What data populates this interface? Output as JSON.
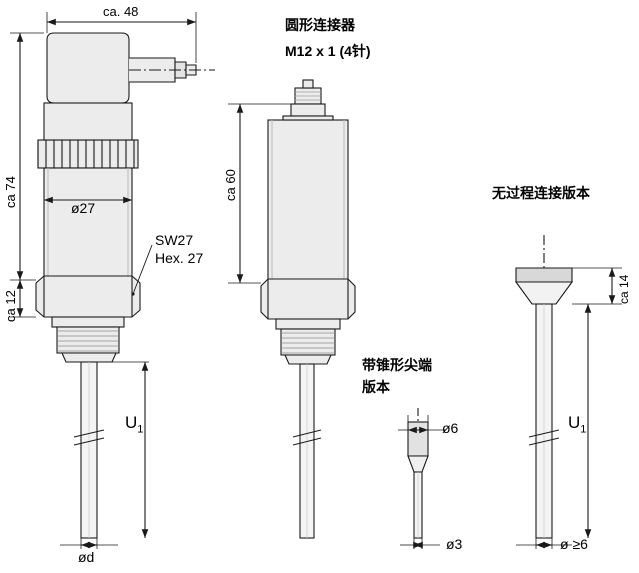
{
  "diagram": {
    "title": "Dimensional drawing of temperature sensor variants",
    "background": "#ffffff",
    "line_color": "#1a1a1a",
    "body_fill": "#e9e9e9",
    "annotations": {
      "top_width": "ca. 48",
      "connector_title_line1": "圆形连接器",
      "connector_title_line2": "M12 x 1 (4针)",
      "left_total_height": "ca 74",
      "left_hex_height": "ca 12",
      "diameter_27": "ø27",
      "sw27": "SW27",
      "hex27": "Hex. 27",
      "mid_height": "ca 60",
      "u1_left": "U",
      "u1_left_sub": "1",
      "diameter_d": "ød",
      "tapered_title_line1": "带锥形尖端",
      "tapered_title_line2": "版本",
      "diameter_6": "ø6",
      "diameter_3": "ø3",
      "no_process_title": "无过程连接版本",
      "right_height": "ca 14",
      "u1_right": "U",
      "u1_right_sub": "1",
      "diameter_ge6": "ø ≥6"
    }
  }
}
